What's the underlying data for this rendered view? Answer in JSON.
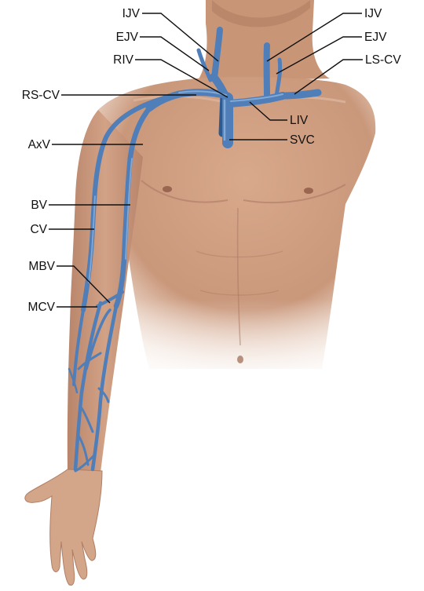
{
  "colors": {
    "skin": "#c9977a",
    "skin_light": "#e2bba3",
    "skin_shadow": "#a97560",
    "vein": "#4f7eb8",
    "vein_dark": "#2e5a92",
    "vein_highlight": "#8fb4dd",
    "leader": "#111111"
  },
  "labels": {
    "ijv_right": "IJV",
    "ejv_right": "EJV",
    "riv": "RIV",
    "rs_cv": "RS-CV",
    "axv": "AxV",
    "bv": "BV",
    "cv": "CV",
    "mbv": "MBV",
    "mcv": "MCV",
    "ijv_left": "IJV",
    "ejv_left": "EJV",
    "ls_cv": "LS-CV",
    "liv": "LIV",
    "svc": "SVC"
  }
}
